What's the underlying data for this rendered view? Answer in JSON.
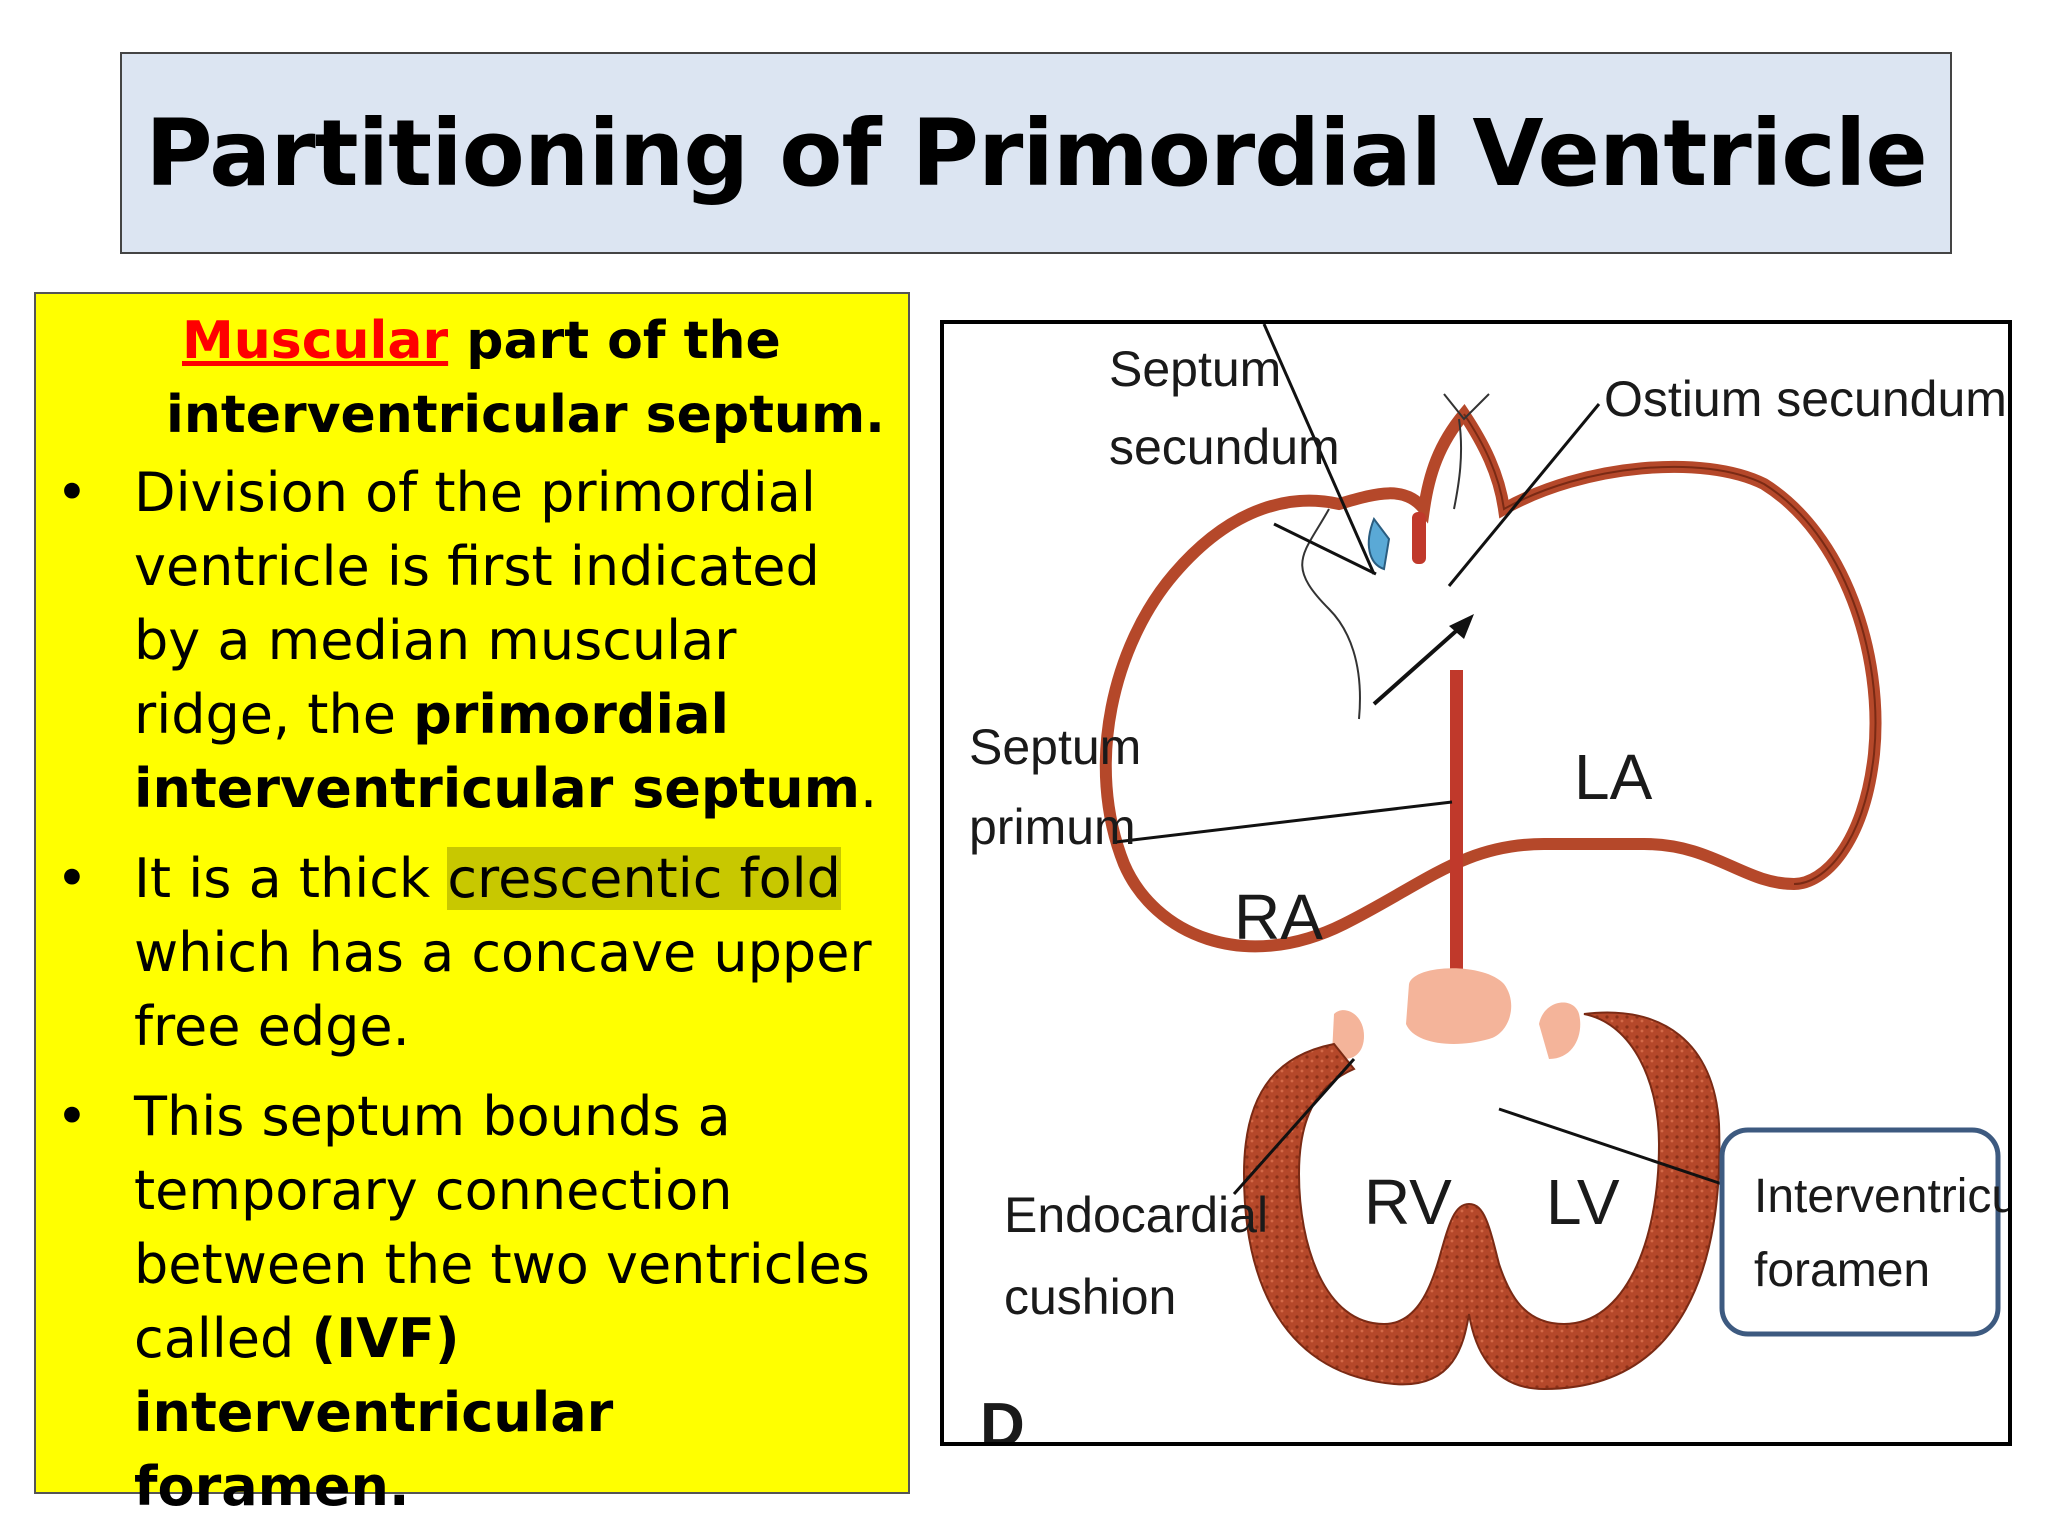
{
  "title": "Partitioning of Primordial Ventricle",
  "text_panel": {
    "heading_highlight": "Muscular",
    "heading_rest": "part of the",
    "heading_line2": "interventricular septum.",
    "bullet1_a": "Division of the primordial ventricle is first indicated by a median muscular ridge, the ",
    "bullet1_bold": "primordial interventricular septum",
    "bullet1_end": ".",
    "bullet2_a": "It is a thick ",
    "bullet2_hl": "crescentic fold",
    "bullet2_b": " which has a concave upper free edge.",
    "bullet3_a": "This septum bounds a temporary connection between the two ventricles called ",
    "bullet3_bold": "(IVF) interventricular foramen."
  },
  "diagram": {
    "labels": {
      "septum_secundum_1": "Septum",
      "septum_secundum_2": "secundum",
      "ostium_secundum": "Ostium secundum",
      "septum_primum_1": "Septum",
      "septum_primum_2": "primum",
      "la": "LA",
      "ra": "RA",
      "rv": "RV",
      "lv": "LV",
      "endocardial_1": "Endocardial",
      "endocardial_2": "cushion",
      "ivf_1": "Interventricula",
      "ivf_2": "foramen",
      "panel_letter": "D"
    },
    "colors": {
      "wall": "#b5482a",
      "wall_dark": "#8a2f16",
      "cushion": "#f4b49a",
      "septum_blue": "#5aa9d6",
      "ivf_box": "#3d5a80"
    }
  }
}
